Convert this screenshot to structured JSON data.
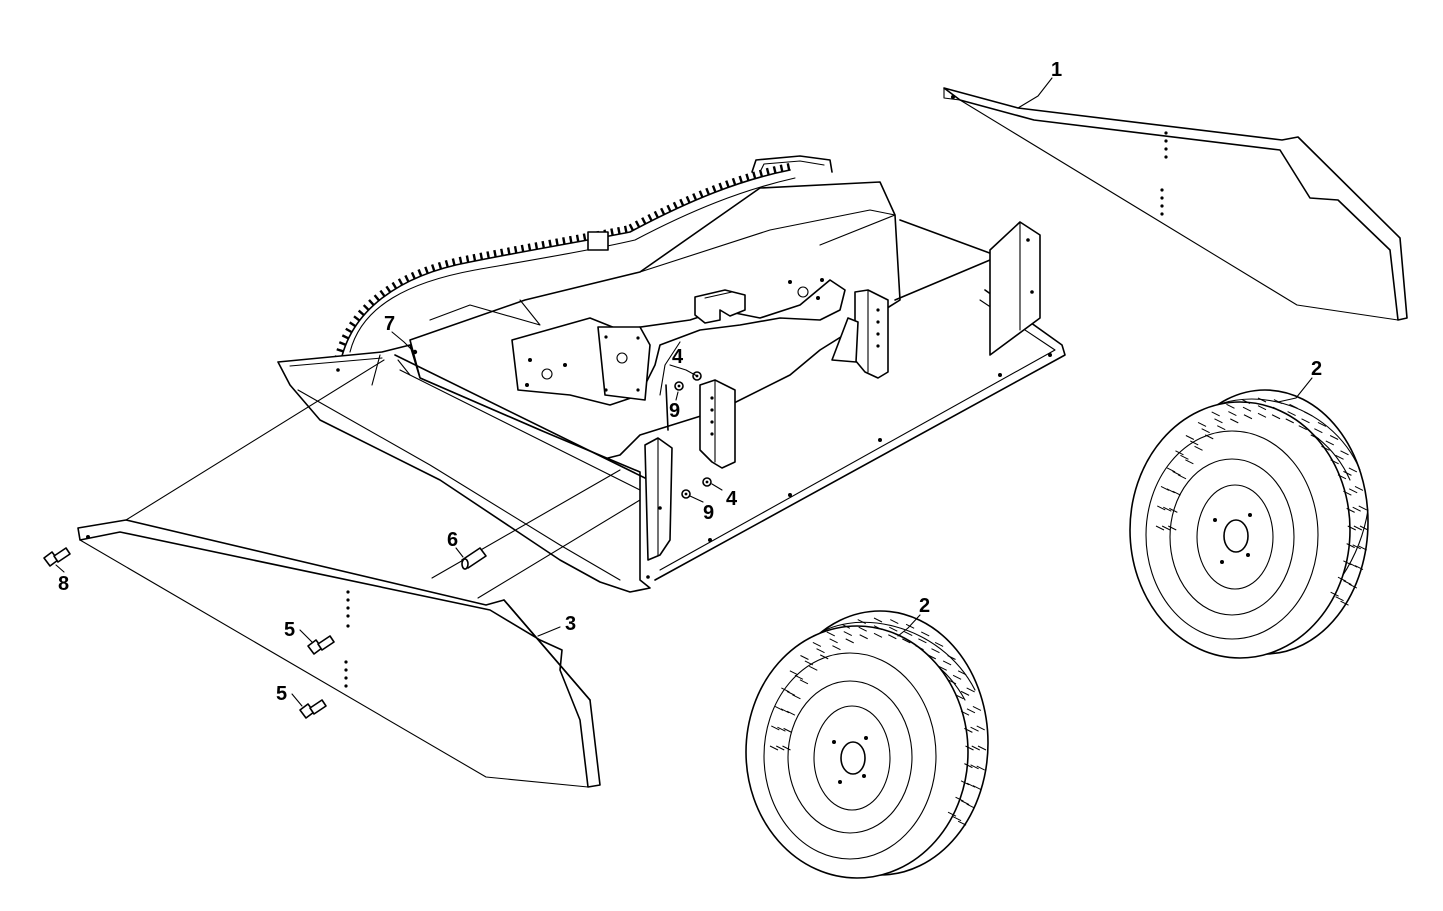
{
  "callouts": {
    "c1": "1",
    "c2a": "2",
    "c2b": "2",
    "c3": "3",
    "c4a": "4",
    "c4b": "4",
    "c5a": "5",
    "c5b": "5",
    "c6": "6",
    "c7": "7",
    "c8": "8",
    "c9a": "9",
    "c9b": "9"
  },
  "colors": {
    "line": "#000000",
    "background": "#ffffff"
  }
}
